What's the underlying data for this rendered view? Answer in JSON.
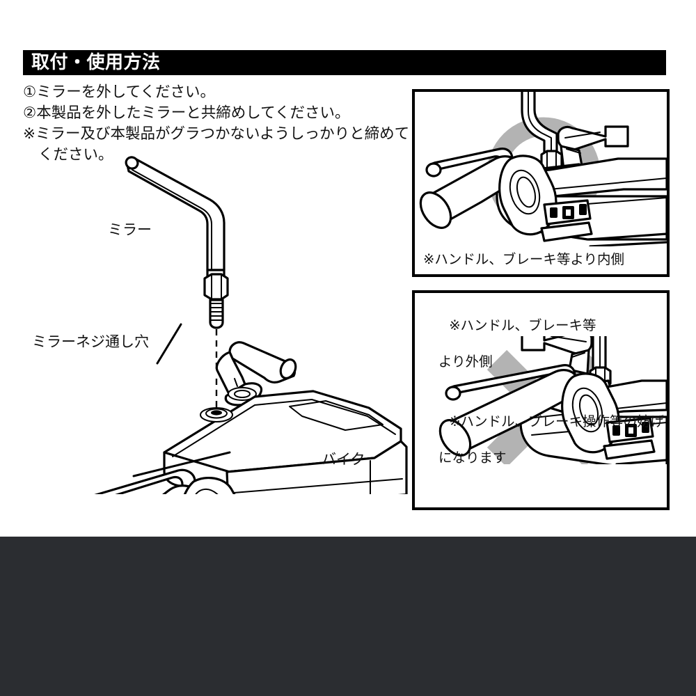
{
  "page": {
    "background_color": "#ffffff",
    "bottom_band_color": "#2b2d31"
  },
  "header": {
    "title": "取付・使用方法",
    "bar_color": "#000000",
    "text_color": "#ffffff"
  },
  "instructions": {
    "lines": [
      "①ミラーを外してください。",
      "②本製品を外したミラーと共締めしてください。",
      "※ミラー及び本製品がグラつかないようしっかりと締めて",
      "ください。"
    ]
  },
  "main_diagram": {
    "labels": {
      "mirror": "ミラー",
      "screw_hole": "ミラーネジ通し穴",
      "bike": "バイク"
    }
  },
  "panels": [
    {
      "id": "ok",
      "mark": "circle-mark",
      "mark_color": "#b3b3b3",
      "caption": "※ハンドル、ブレーキ等より内側"
    },
    {
      "id": "ng",
      "mark": "cross-mark",
      "mark_color": "#b3b3b3",
      "caption_top_line1": "※ハンドル、ブレーキ等",
      "caption_top_line2": "より外側",
      "caption_bottom_line1": "※ハンドル、ブレーキ操作等の妨げ",
      "caption_bottom_line2": "になります"
    }
  ]
}
